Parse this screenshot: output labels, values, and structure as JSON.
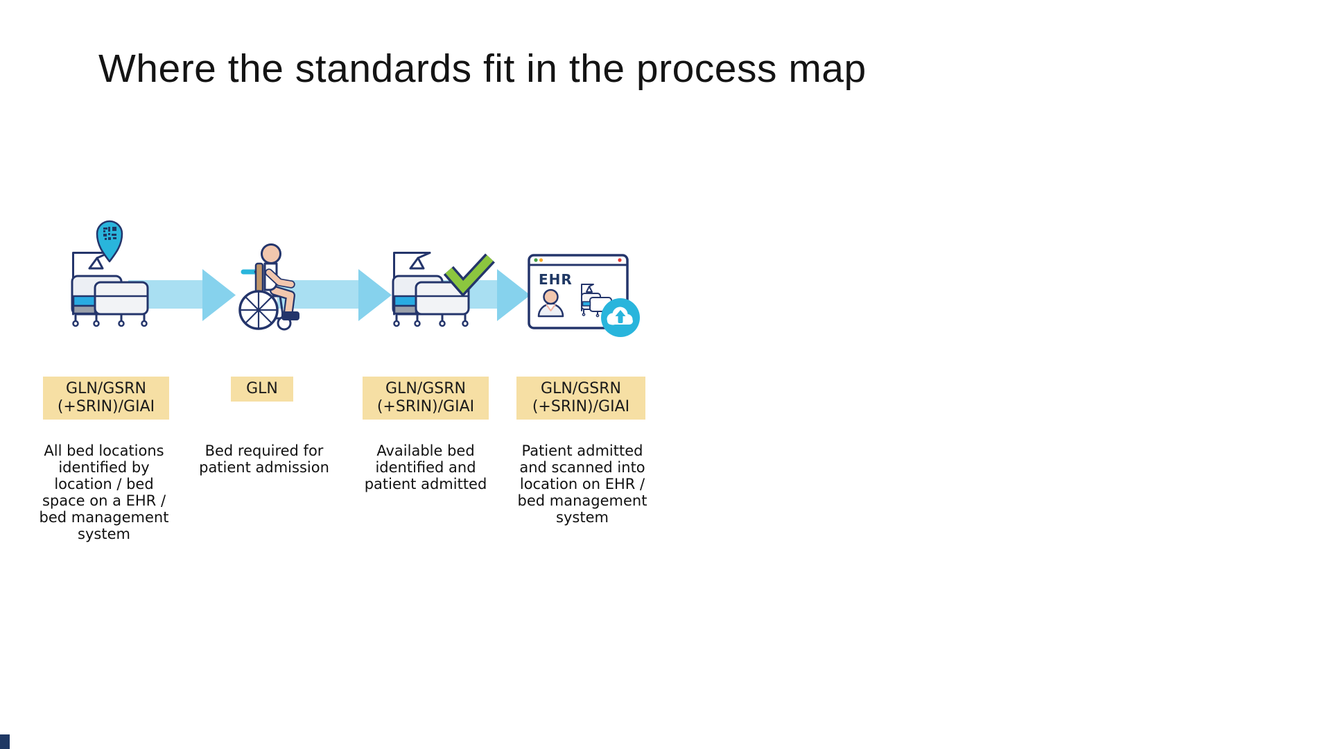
{
  "slide": {
    "title": "Where the standards fit in the process map"
  },
  "steps": [
    {
      "icon": "hospital-bed-with-location-pin-icon",
      "label": "GLN/GSRN (+SRIN)/GIAI",
      "description": "All bed locations identified by location / bed space on a EHR / bed management system"
    },
    {
      "icon": "patient-in-wheelchair-icon",
      "label": "GLN",
      "description": "Bed required for patient admission"
    },
    {
      "icon": "hospital-bed-with-checkmark-icon",
      "label": "GLN/GSRN (+SRIN)/GIAI",
      "description": "Available bed identified and patient admitted"
    },
    {
      "icon": "ehr-window-cloud-upload-icon",
      "label": "GLN/GSRN (+SRIN)/GIAI",
      "description": "Patient admitted and scanned into location on EHR / bed management system",
      "window_label": "EHR"
    }
  ],
  "colors": {
    "outline_navy": "#24356B",
    "pin_cyan": "#29B5DC",
    "arrow_body": "#A9DFF2",
    "arrow_head": "#86D2ED",
    "badge_background": "#F6DFA4",
    "check_green": "#8CC63F",
    "skin": "#F2C7AE",
    "pillow_cyan": "#29ABE2",
    "bed_gray_band": "#9AA0AA",
    "window_dot_green": "#43A047",
    "window_dot_yellow": "#F9A825",
    "window_dot_red": "#E53935"
  }
}
